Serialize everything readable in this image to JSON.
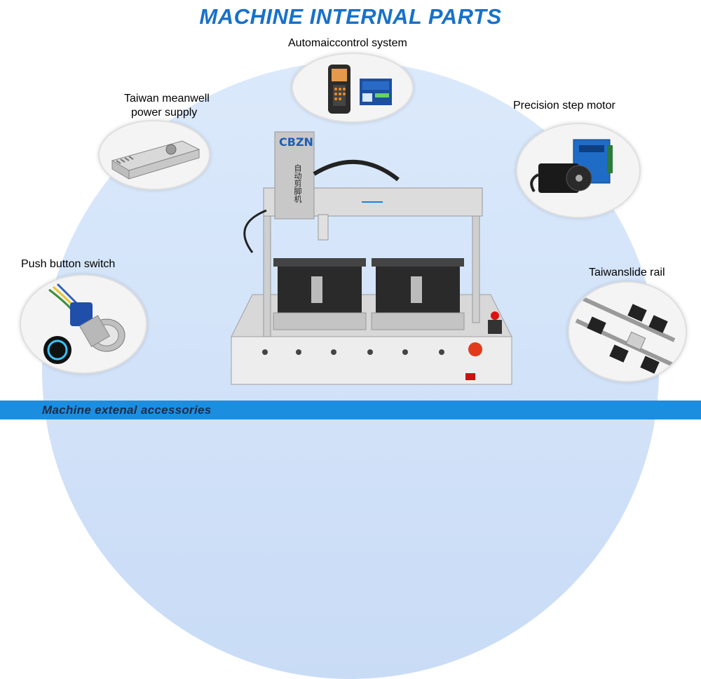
{
  "title": "MACHINE INTERNAL PARTS",
  "labels": {
    "control": "Automaiccontrol system",
    "power_line1": "Taiwan meanwell",
    "power_line2": "power supply",
    "motor": "Precision step motor",
    "button": "Push button switch",
    "rail": "Taiwanslide rail"
  },
  "machine": {
    "brand": "CBZN",
    "vertical_text": "自动剪脚机"
  },
  "footer": "Machine extenal accessories",
  "colors": {
    "title": "#1871c9",
    "footer_bar": "#1c8ee0",
    "dome": "#d2e3f8"
  }
}
